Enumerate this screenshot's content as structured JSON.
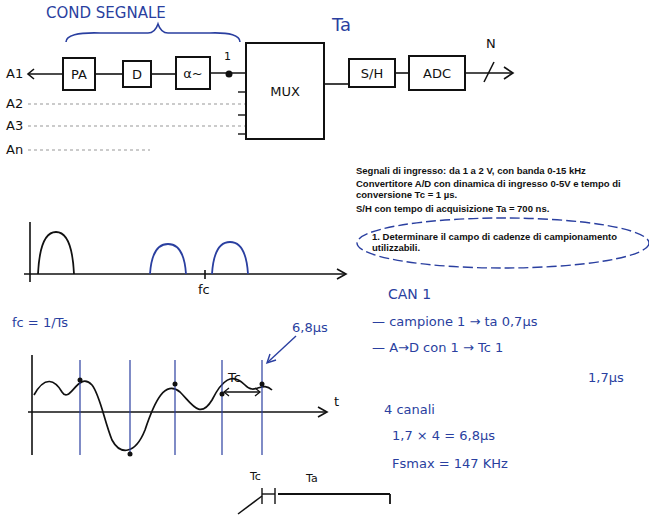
{
  "diagram": {
    "nodes": [
      {
        "text": [
          "PA"
        ]
      },
      {
        "text": [
          "D"
        ]
      },
      {
        "text": [
          "α~"
        ]
      },
      {
        "text": [
          "MUX"
        ]
      },
      {
        "text": [
          "S/H"
        ]
      },
      {
        "text": [
          "ADC"
        ]
      }
    ],
    "edges": [
      {
        "from": 0,
        "to": 1,
        "arrow": "none"
      },
      {
        "from": 1,
        "to": 2,
        "arrow": "none"
      },
      {
        "from": 2,
        "to": 3,
        "arrow": "none"
      },
      {
        "from": 3,
        "to": 4,
        "arrow": "none"
      },
      {
        "from": 4,
        "to": 5,
        "arrow": "none"
      }
    ],
    "labels": [
      "COND SEGNALE",
      "A1",
      "A2",
      "A3",
      "An",
      "1",
      "Ta",
      "N",
      "Segnali di ingresso: da 1 a 2 V, con banda 0-15 kHz",
      "Convertitore A/D con dinamica di ingresso 0-5V e tempo di conversione Tc = 1 µs.",
      "S/H con tempo di acquisizione Ta = 700 ns.",
      "1. Determinare il campo di cadenze di campionamento utilizzabili.",
      "fc",
      "fc = 1/Ts",
      "6,8µs",
      "Tc",
      "t",
      "Tc",
      "Ta",
      "CAN 1",
      "— campione 1 → ta 0,7µs",
      "— A→D con 1 → Tc 1",
      "1,7µs",
      "4 canali",
      "1,7 × 4 = 6,8µs",
      "Fsmax = 147 KHz"
    ]
  }
}
